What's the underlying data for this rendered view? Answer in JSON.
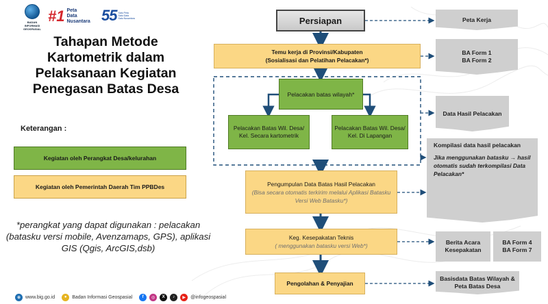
{
  "logos": {
    "big_small": "BADAN INFORMASI GEOSPASIAL",
    "pdn_number": "#1",
    "pdn_lines": [
      "Peta",
      "Data",
      "Nusantara"
    ],
    "anniv_number": "55",
    "anniv_lines": [
      "Satu Peta",
      "Satu Data",
      "Satu Nusantara"
    ]
  },
  "title": "Tahapan Metode Kartometrik dalam Pelaksanaan Kegiatan Penegasan Batas Desa",
  "legend": {
    "heading": "Keterangan :",
    "green": "Kegiatan oleh Perangkat Desa/kelurahan",
    "yellow": "Kegiatan oleh Pemerintah Daerah Tim PPBDes",
    "colors": {
      "green": "#7fb547",
      "yellow": "#fbd785",
      "grey": "#cfcfcf"
    }
  },
  "note": "*perangkat yang dapat digunakan : pelacakan (batasku versi mobile, Avenzamaps, GPS), aplikasi GIS (Qgis, ArcGIS,dsb)",
  "flow": {
    "persiapan": "Persiapan",
    "temu_line1": "Temu kerja di Provinsi/Kabupaten",
    "temu_line2": "(Sosialisasi dan Pelatihan Pelacakan*)",
    "pelacakan_wilayah": "Pelacakan batas wilayah*",
    "pelacakan_kartometrik": "Pelacakan Batas Wil. Desa/ Kel. Secara kartometrik",
    "pelacakan_lapangan": "Pelacakan Batas Wil. Desa/ Kel. Di Lapangan",
    "pengumpulan_title": "Pengumpulan Data Batas Hasil Pelacakan",
    "pengumpulan_sub": "(Bisa secara otomatis terkirim melalui Aplikasi Batasku  Versi  Web Batasku*)",
    "kesepakatan_title": "Keg. Kesepakatan Teknis",
    "kesepakatan_sub": "( menggunakan batasku versi Web*)",
    "pengolahan": "Pengolahan & Penyajian"
  },
  "outputs": {
    "peta_kerja": "Peta Kerja",
    "ba_form1": "BA Form 1",
    "ba_form2": "BA Form 2",
    "data_hasil": "Data Hasil Pelacakan",
    "kompilasi_1": "Kompilasi data hasil pelacakan",
    "kompilasi_2": "Jika menggunakan batasku → hasil otomatis sudah terkompilasi Data Pelacakan*",
    "berita_acara": "Berita Acara Kesepakatan",
    "ba_form4": "BA Form 4",
    "ba_form7": "BA Form 7",
    "basisdata": "Basisdata Batas Wilayah & Peta Batas Desa"
  },
  "footer": {
    "website": "www.big.go.id",
    "org": "Badan Informasi Geospasial",
    "handle": "@infogeospasial"
  }
}
